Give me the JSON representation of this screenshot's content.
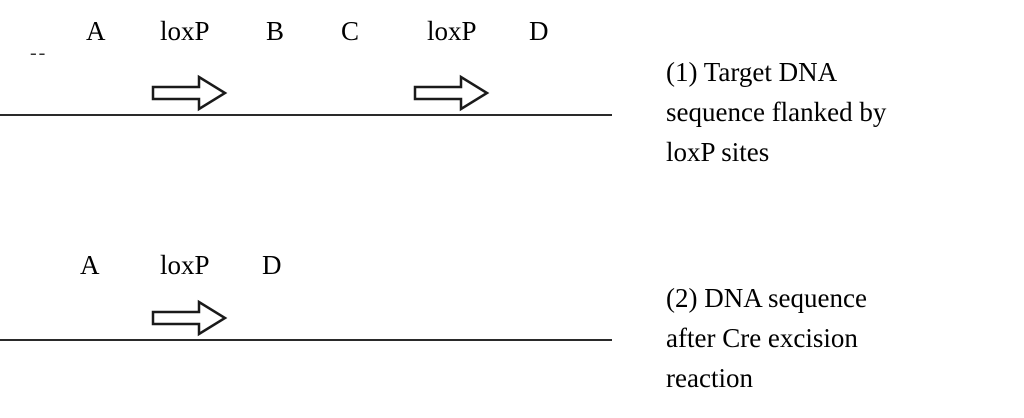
{
  "rows": [
    {
      "labels": [
        "A",
        "loxP",
        "B",
        "C",
        "loxP",
        "D"
      ],
      "caption_lines": [
        "(1) Target DNA",
        "sequence flanked by",
        "loxP sites"
      ]
    },
    {
      "labels": [
        "A",
        "loxP",
        "D"
      ],
      "caption_lines": [
        "(2)  DNA sequence",
        "after Cre excision",
        "reaction"
      ]
    }
  ],
  "marks": {
    "left_dash": "--"
  },
  "colors": {
    "line": "#2a2a2a",
    "arrow_outline": "#1a1a1a",
    "background": "#ffffff"
  }
}
